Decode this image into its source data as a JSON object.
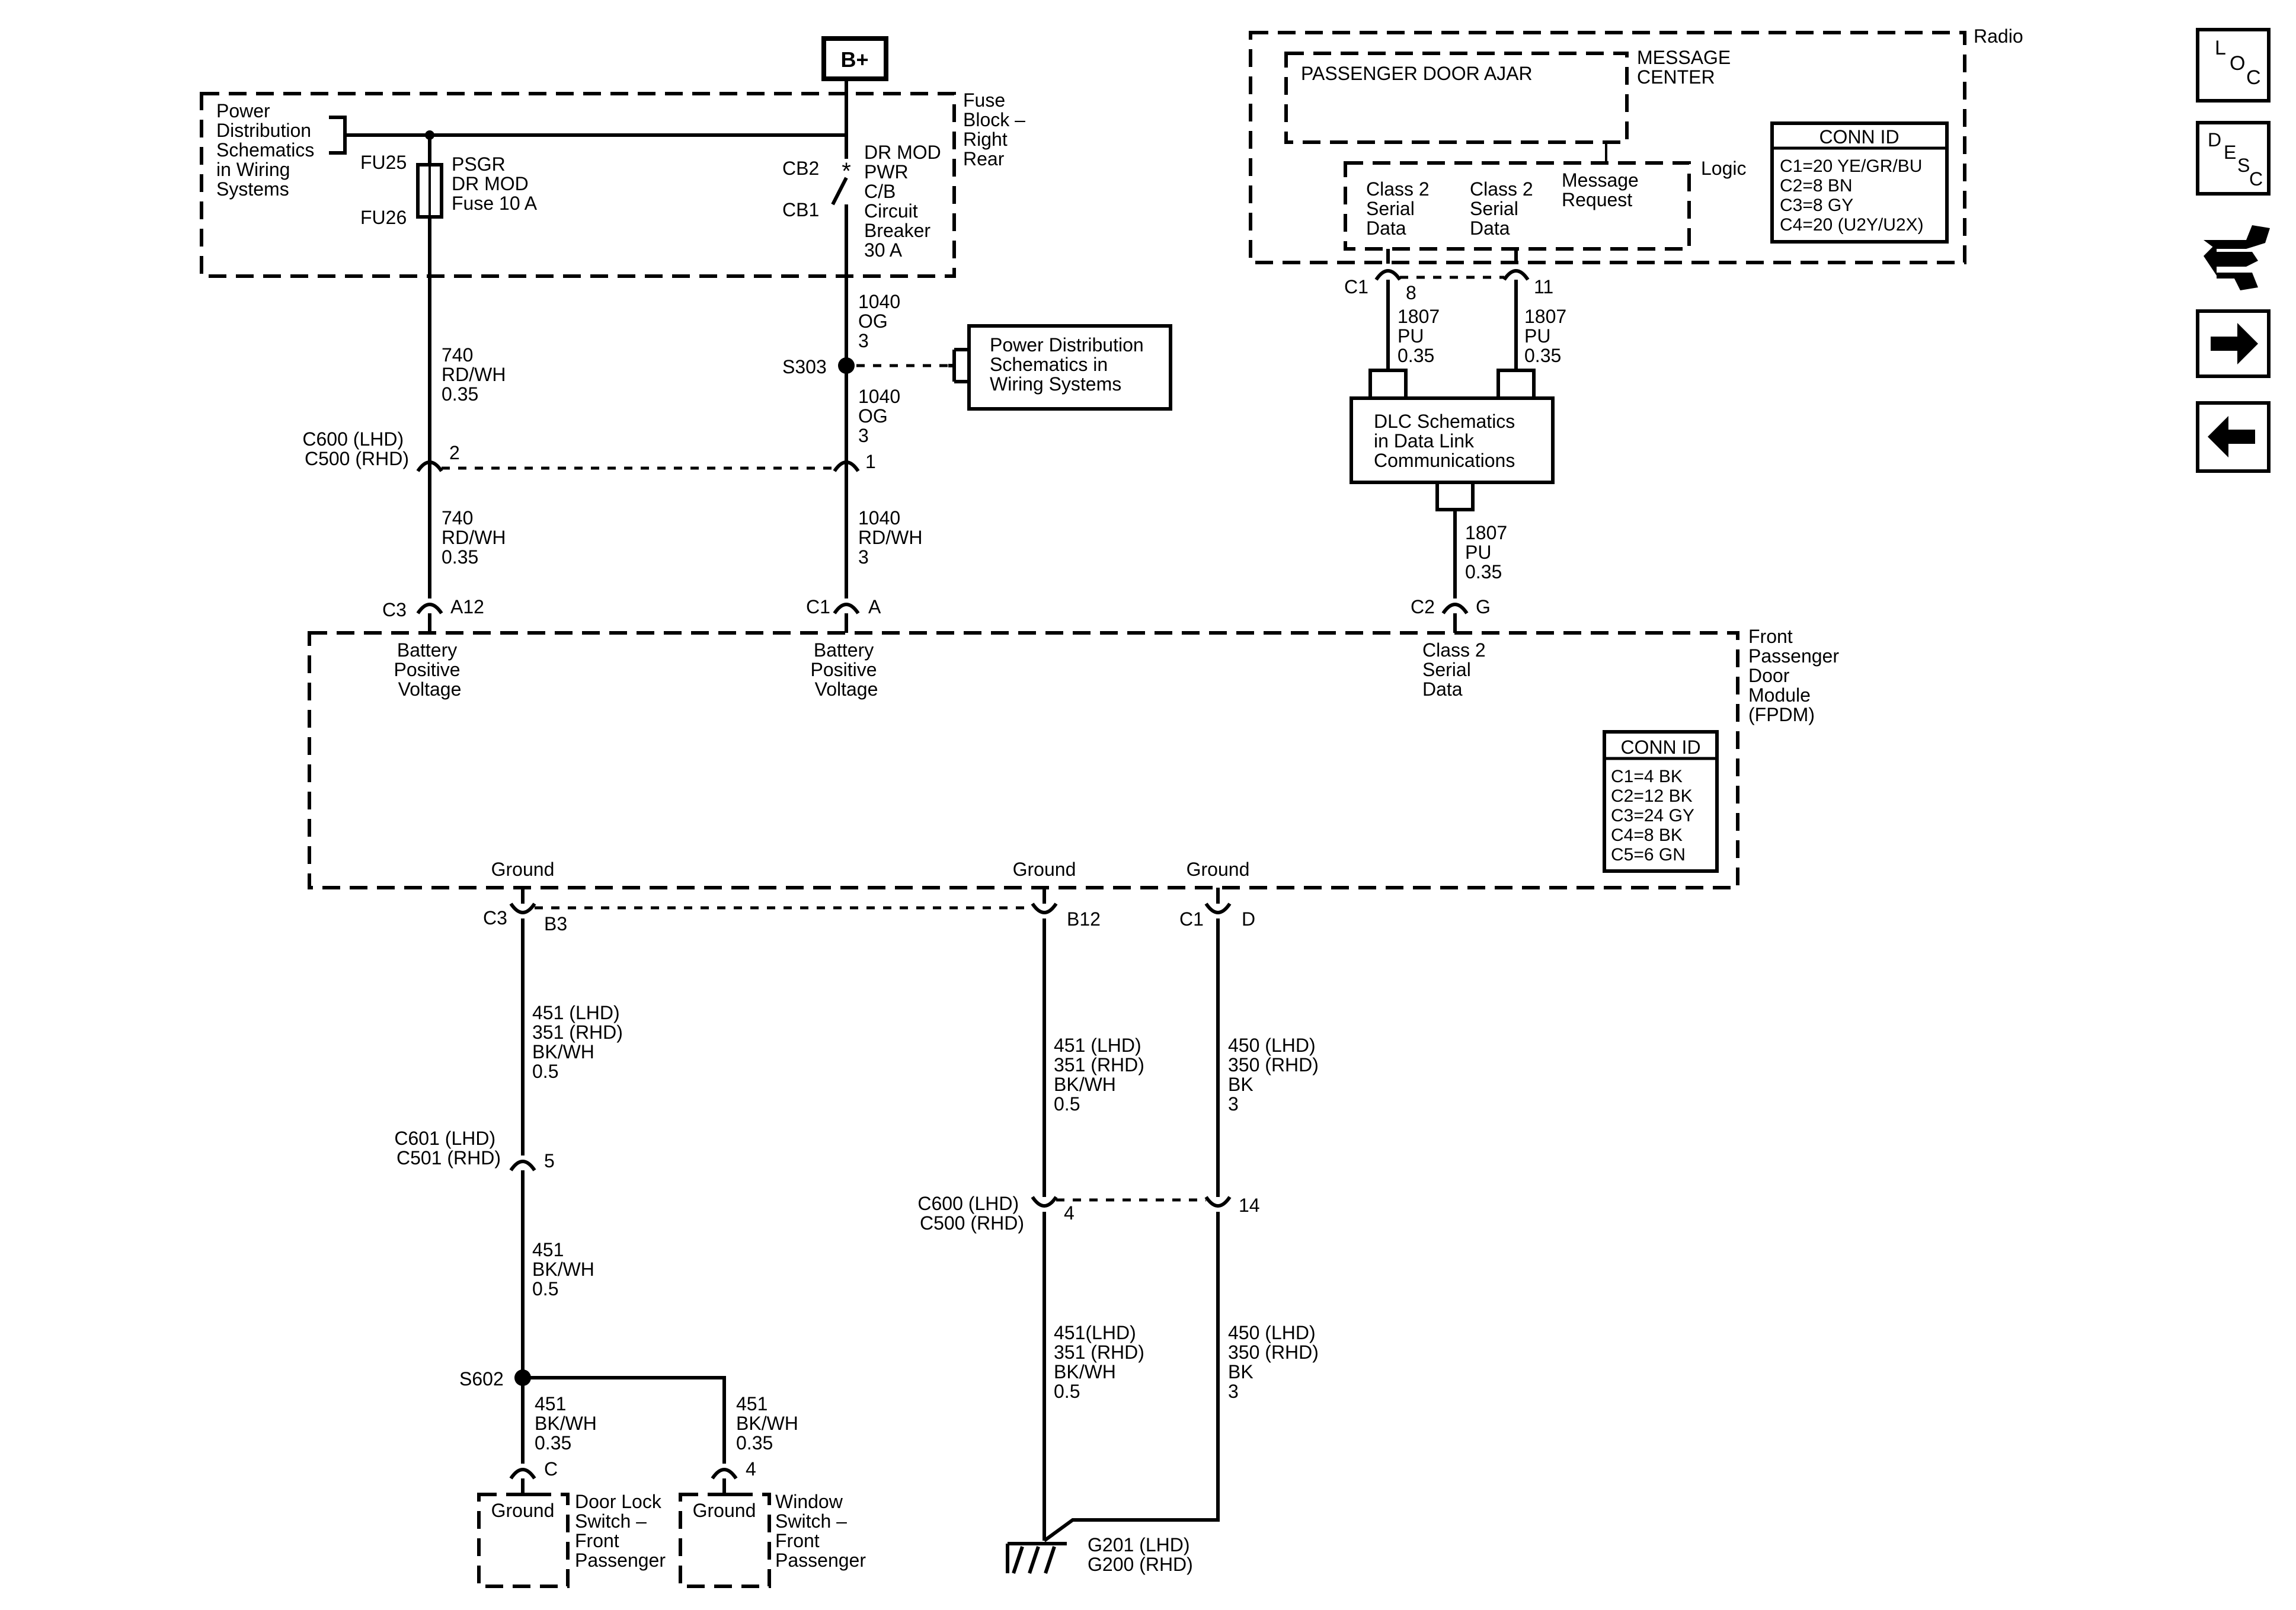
{
  "battery": "B+",
  "fuse_block": {
    "title": [
      "Fuse",
      "Block –",
      "Right",
      "Rear"
    ]
  },
  "pds_top": [
    "Power",
    "Distribution",
    "Schematics",
    "in Wiring",
    "Systems"
  ],
  "fuse": {
    "ids": [
      "FU25",
      "FU26"
    ],
    "label": [
      "PSGR",
      "DR MOD",
      "Fuse 10 A"
    ]
  },
  "breaker": {
    "ids": [
      "CB2",
      "CB1"
    ],
    "label": [
      "DR MOD",
      "PWR",
      "C/B",
      "Circuit",
      "Breaker",
      "30 A"
    ]
  },
  "wires": {
    "w740_a": [
      "740",
      "RD/WH",
      "0.35"
    ],
    "w740_b": [
      "740",
      "RD/WH",
      "0.35"
    ],
    "w1040_a": [
      "1040",
      "OG",
      "3"
    ],
    "w1040_b": [
      "1040",
      "OG",
      "3"
    ],
    "w1040_c": [
      "1040",
      "RD/WH",
      "3"
    ],
    "w1807_l": [
      "1807",
      "PU",
      "0.35"
    ],
    "w1807_r": [
      "1807",
      "PU",
      "0.35"
    ],
    "w1807_b": [
      "1807",
      "PU",
      "0.35"
    ],
    "w451_a": [
      "451 (LHD)",
      "351 (RHD)",
      "BK/WH",
      "0.5"
    ],
    "w451_b": [
      "451",
      "BK/WH",
      "0.5"
    ],
    "w451_c": [
      "451",
      "BK/WH",
      "0.35"
    ],
    "w451_d": [
      "451",
      "BK/WH",
      "0.35"
    ],
    "w451_e": [
      "451 (LHD)",
      "351 (RHD)",
      "BK/WH",
      "0.5"
    ],
    "w451_f": [
      "451(LHD)",
      "351 (RHD)",
      "BK/WH",
      "0.5"
    ],
    "w450_a": [
      "450 (LHD)",
      "350 (RHD)",
      "BK",
      "3"
    ],
    "w450_b": [
      "450 (LHD)",
      "350 (RHD)",
      "BK",
      "3"
    ]
  },
  "splices": {
    "s303": "S303",
    "s602": "S602"
  },
  "pds_mid": [
    "Power Distribution",
    "Schematics in",
    "Wiring Systems"
  ],
  "connectors": {
    "c600_top": [
      "C600 (LHD)",
      "C500 (RHD)"
    ],
    "c600_pin2": "2",
    "c600_pin1": "1",
    "c3_a12": [
      "C3",
      "A12"
    ],
    "c1_a": [
      "C1",
      "A"
    ],
    "c2_g": [
      "C2",
      "G"
    ],
    "c3_b3": [
      "C3",
      "B3"
    ],
    "b12": "B12",
    "c1_d": [
      "C1",
      "D"
    ],
    "c601": [
      "C601 (LHD)",
      "C501 (RHD)"
    ],
    "c601_pin": "5",
    "c600_bot": [
      "C600 (LHD)",
      "C500 (RHD)"
    ],
    "c600_pin4": "4",
    "c600_pin14": "14",
    "radio_c1": "C1",
    "radio_pin8": "8",
    "radio_pin11": "11",
    "door_lock_pin": "C",
    "window_pin": "4"
  },
  "radio": {
    "title": "Radio",
    "message_center": [
      "MESSAGE",
      "CENTER"
    ],
    "display": "PASSENGER DOOR AJAR",
    "logic": "Logic",
    "serial1": [
      "Class 2",
      "Serial",
      "Data"
    ],
    "serial2": [
      "Class 2",
      "Serial",
      "Data"
    ],
    "message_request": [
      "Message",
      "Request"
    ],
    "conn_title": "CONN ID",
    "conn": [
      "C1=20 YE/GR/BU",
      "C2=8 BN",
      "C3=8 GY",
      "C4=20 (U2Y/U2X)"
    ]
  },
  "dlc": [
    "DLC Schematics",
    "in Data Link",
    "Communications"
  ],
  "fpdm": {
    "title": [
      "Front",
      "Passenger",
      "Door",
      "Module",
      "(FPDM)"
    ],
    "bpv1": [
      "Battery",
      "Positive",
      "Voltage"
    ],
    "bpv2": [
      "Battery",
      "Positive",
      "Voltage"
    ],
    "serial": [
      "Class 2",
      "Serial",
      "Data"
    ],
    "ground1": "Ground",
    "ground2": "Ground",
    "ground3": "Ground",
    "conn_title": "CONN ID",
    "conn": [
      "C1=4 BK",
      "C2=12 BK",
      "C3=24 GY",
      "C4=8 BK",
      "C5=6 GN"
    ]
  },
  "switches": {
    "door_lock": {
      "ground": "Ground",
      "label": [
        "Door Lock",
        "Switch –",
        "Front",
        "Passenger"
      ]
    },
    "window": {
      "ground": "Ground",
      "label": [
        "Window",
        "Switch –",
        "Front",
        "Passenger"
      ]
    }
  },
  "grounds": [
    "G201 (LHD)",
    "G200 (RHD)"
  ],
  "nav": {
    "loc": [
      "L",
      "O",
      "C"
    ],
    "desc": [
      "D",
      "E",
      "S",
      "C"
    ]
  }
}
